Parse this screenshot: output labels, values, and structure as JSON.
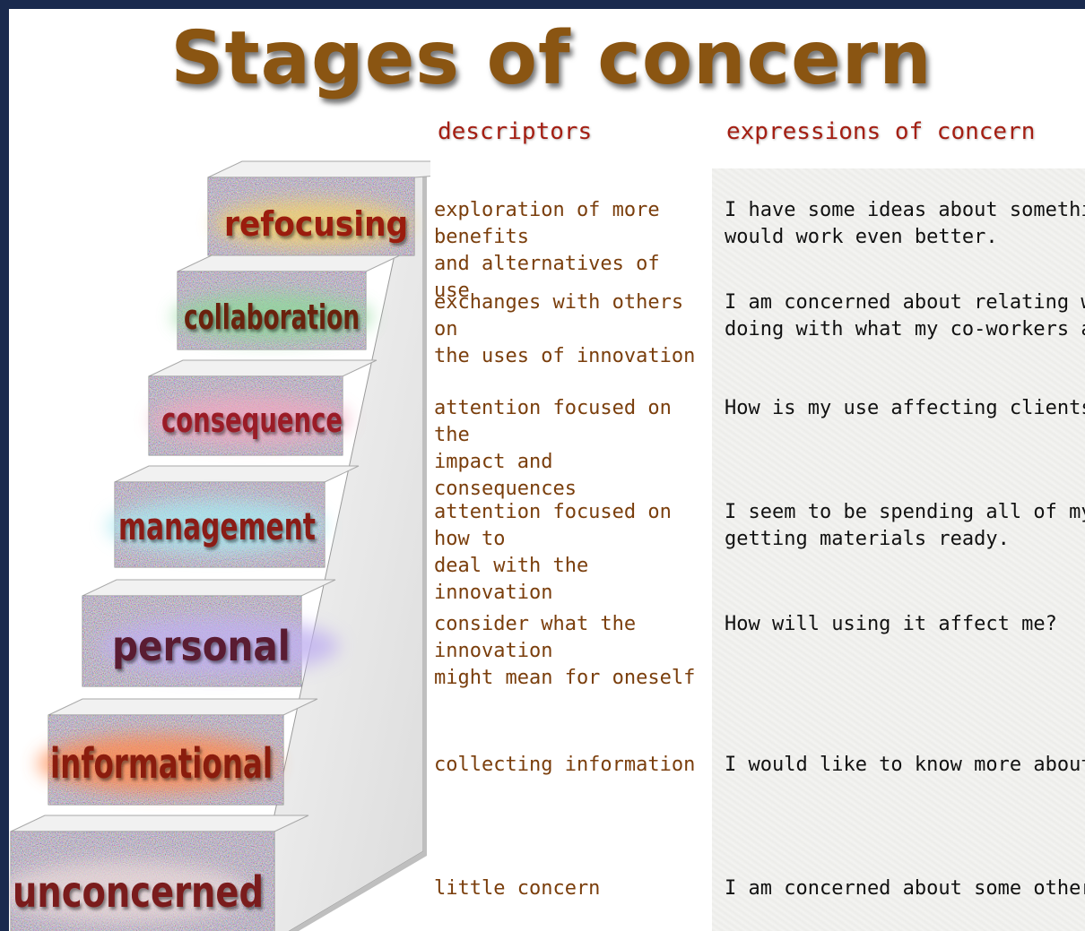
{
  "title": "Stages of concern",
  "columns": {
    "descriptors": "descriptors",
    "expressions": "expressions of concern"
  },
  "stages": [
    {
      "name": "refocusing",
      "descriptor": [
        "exploration of more benefits",
        "and alternatives of use"
      ],
      "expression": [
        "I have some ideas about something that",
        "would work even better."
      ],
      "label_color": "#9a1a10",
      "glow": "#f2d070"
    },
    {
      "name": "collaboration",
      "descriptor": [
        "exchanges with others on",
        "the uses of innovation"
      ],
      "expression": [
        "I am concerned about relating what I am",
        "doing with what my co-workers are doing."
      ],
      "label_color": "#6a2010",
      "glow": "#8ed89a"
    },
    {
      "name": "consequence",
      "descriptor": [
        "attention focused on the",
        "impact and consequences"
      ],
      "expression": [
        "How is my use affecting clients?"
      ],
      "label_color": "#9a1a28",
      "glow": "#f0a8c0"
    },
    {
      "name": "management",
      "descriptor": [
        "attention focused on how to",
        "deal with the innovation"
      ],
      "expression": [
        "I seem to be spending all of my time",
        "getting materials ready."
      ],
      "label_color": "#8a1a18",
      "glow": "#a8e8f0"
    },
    {
      "name": "personal",
      "descriptor": [
        "consider what the innovation",
        "might mean for oneself"
      ],
      "expression": [
        "How will using it affect me?"
      ],
      "label_color": "#5a1a30",
      "glow": "#c0b0f0"
    },
    {
      "name": "informational",
      "descriptor": [
        "collecting information"
      ],
      "expression": [
        "I would like to know more about it."
      ],
      "label_color": "#8a1a0a",
      "glow": "#ff8a50"
    },
    {
      "name": "unconcerned",
      "descriptor": [
        "little concern"
      ],
      "expression": [
        "I am concerned about some other things."
      ],
      "label_color": "#7a1a1a",
      "glow": "#e8d8d8"
    }
  ]
}
